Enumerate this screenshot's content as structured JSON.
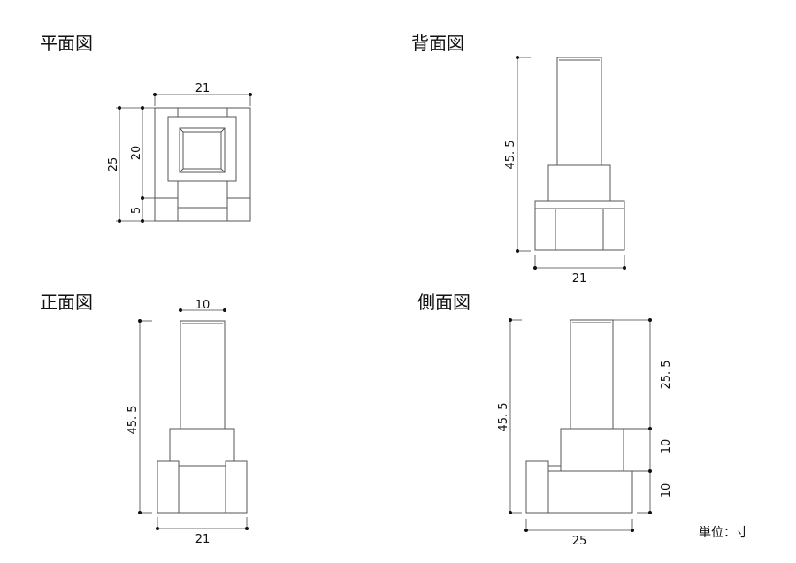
{
  "views": {
    "plan": {
      "title": "平面図",
      "dims": {
        "width": "21",
        "total": "25",
        "upper": "20",
        "lower": "5"
      }
    },
    "back": {
      "title": "背面図",
      "dims": {
        "height": "45. 5",
        "width": "21"
      }
    },
    "front": {
      "title": "正面図",
      "dims": {
        "top": "10",
        "height": "45. 5",
        "width": "21"
      }
    },
    "side": {
      "title": "側面図",
      "dims": {
        "height": "45. 5",
        "upper": "25. 5",
        "middle": "10",
        "lower": "10",
        "width": "25"
      }
    }
  },
  "unit_label": "単位：寸"
}
